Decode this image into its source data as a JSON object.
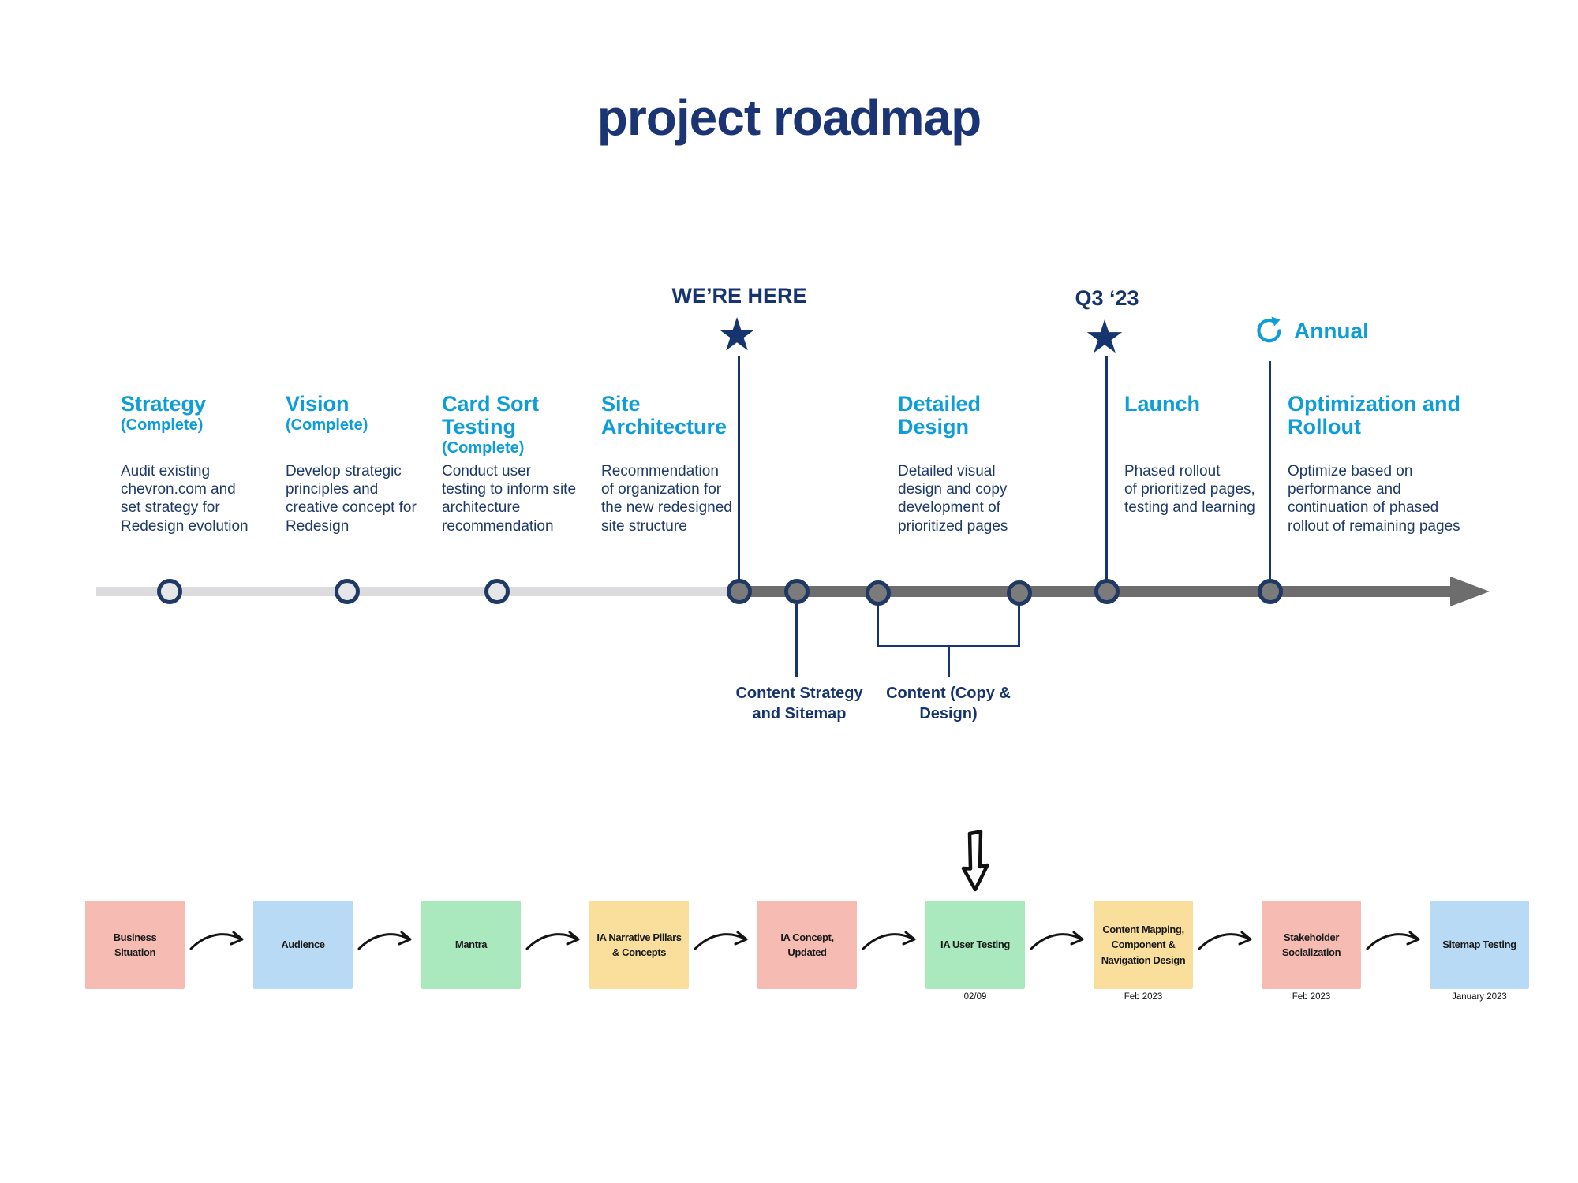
{
  "title": "project roadmap",
  "colors": {
    "navy": "#16356E",
    "light_blue": "#0D9DD9",
    "track_light_gray": "#DCDCDE",
    "track_dark_gray": "#6D6D6D",
    "dot_complete_fill": "#E6E6E8",
    "dot_active_fill": "#7B7B7B",
    "box_pink": "#F6BCB3",
    "box_blue": "#B9DAF5",
    "box_green": "#A9E9BD",
    "box_yellow": "#F9DF9B"
  },
  "icons": {
    "star": "★"
  },
  "markers": {
    "were_here": "WE’RE HERE",
    "q3": "Q3 ‘23",
    "annual": "Annual"
  },
  "milestones": [
    {
      "heading": "Strategy",
      "status": "(Complete)",
      "body": "Audit existing\nchevron.com and\nset strategy for\nRedesign evolution"
    },
    {
      "heading": "Vision",
      "status": "(Complete)",
      "body": "Develop strategic\nprinciples and\ncreative concept for\nRedesign"
    },
    {
      "heading": "Card Sort\nTesting",
      "status": "(Complete)",
      "body": "Conduct user\ntesting to inform site\narchitecture\nrecommendation"
    },
    {
      "heading": "Site\nArchitecture",
      "status": "",
      "body": "Recommendation\nof organization for\nthe new redesigned\nsite structure"
    },
    {
      "heading": "Detailed\nDesign",
      "status": "",
      "body": "Detailed visual\ndesign and copy\ndevelopment of\nprioritized pages"
    },
    {
      "heading": "Launch",
      "status": "",
      "body": "Phased rollout\nof prioritized pages,\ntesting and learning"
    },
    {
      "heading": "Optimization and\nRollout",
      "status": "",
      "body": "Optimize based on\nperformance and\ncontinuation of phased\nrollout of remaining pages"
    }
  ],
  "sub_labels": [
    {
      "label": "Content Strategy\nand Sitemap"
    },
    {
      "label": "Content (Copy &\nDesign)"
    }
  ],
  "flow": [
    {
      "label": "Business\nSituation",
      "date": ""
    },
    {
      "label": "Audience",
      "date": ""
    },
    {
      "label": "Mantra",
      "date": ""
    },
    {
      "label": "IA Narrative Pillars\n& Concepts",
      "date": ""
    },
    {
      "label": "IA Concept,\nUpdated",
      "date": ""
    },
    {
      "label": "IA User Testing",
      "date": "02/09"
    },
    {
      "label": "Content  Mapping,\nComponent &\nNavigation Design",
      "date": "Feb 2023"
    },
    {
      "label": "Stakeholder\nSocialization",
      "date": "Feb 2023"
    },
    {
      "label": "Sitemap Testing",
      "date": "January 2023"
    }
  ]
}
